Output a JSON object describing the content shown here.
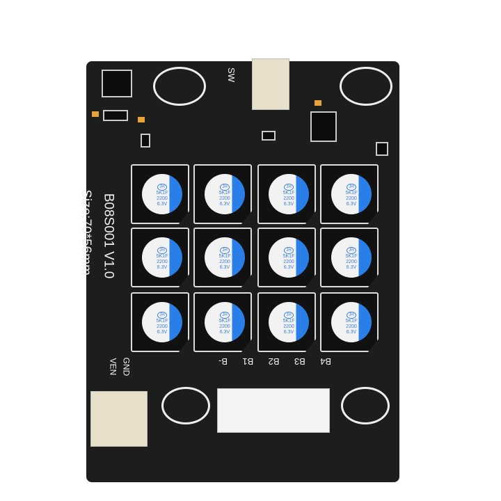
{
  "board": {
    "title": "B08S001 V1.0",
    "size": "Size:70*56mm",
    "color": "#1d1d1e"
  },
  "labels": {
    "sw": "SW",
    "gnd": "GND",
    "ven": "VEN",
    "b4": "B4",
    "b3": "B3",
    "b2": "B2",
    "b1": "B1",
    "bminus": "B-"
  },
  "capacitor": {
    "brand": "JH",
    "line1": "5K1F",
    "line2": "2200",
    "line3": "6.3V",
    "stripe_color": "#2a7ee8"
  }
}
